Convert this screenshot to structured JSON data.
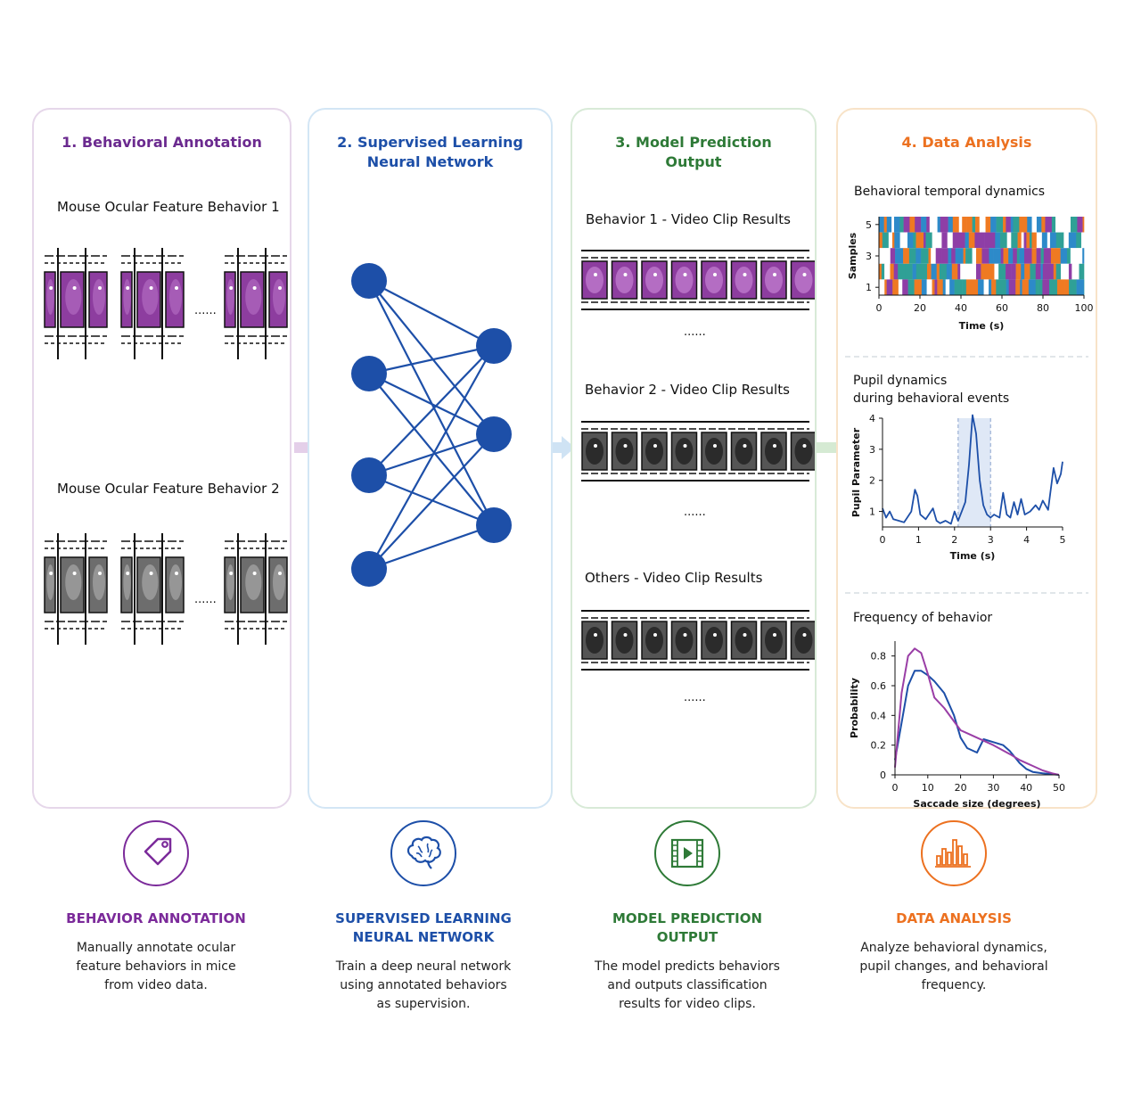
{
  "panels": {
    "p1": {
      "title": "1. Behavioral Annotation",
      "label_1": "Mouse Ocular Feature Behavior 1",
      "label_2": "Mouse Ocular Feature Behavior 2",
      "ellipsis": "......",
      "title_color": "#6b2a8f"
    },
    "p2": {
      "title": "2. Supervised Learning\nNeural Network",
      "title_color": "#1d4fa8"
    },
    "p3": {
      "title": "3. Model Prediction\nOutput",
      "label_1": "Behavior 1 - Video Clip Results",
      "label_2": "Behavior 2 - Video Clip Results",
      "label_3": "Others - Video Clip Results",
      "ellipsis": "......",
      "title_color": "#2e7a37"
    },
    "p4": {
      "title": "4. Data Analysis",
      "title_color": "#ec7120",
      "plot1_title": "Behavioral temporal dynamics",
      "plot2_title": "Pupil dynamics\nduring behavioral events",
      "plot3_title": "Frequency of behavior"
    }
  },
  "bottom": [
    {
      "title": "BEHAVIOR ANNOTATION",
      "desc": "Manually annotate ocular\nfeature behaviors in mice\nfrom video data.",
      "icon": "tag-icon",
      "color": "#7b2a9a"
    },
    {
      "title": "SUPERVISED LEARNING\nNEURAL NETWORK",
      "desc": "Train a deep neural network\nusing annotated behaviors\nas supervision.",
      "icon": "brain-icon",
      "color": "#1d4fa8"
    },
    {
      "title": "MODEL PREDICTION\nOUTPUT",
      "desc": "The model predicts behaviors\nand outputs classification\nresults for video clips.",
      "icon": "video-icon",
      "color": "#2e7a37"
    },
    {
      "title": "DATA ANALYSIS",
      "desc": "Analyze behavioral dynamics,\npupil changes, and behavioral\nfrequency.",
      "icon": "bar-chart-icon",
      "color": "#ec7120"
    }
  ],
  "chart_data": [
    {
      "type": "heatmap",
      "title": "Behavioral temporal dynamics",
      "xlabel": "Time (s)",
      "ylabel": "Samples",
      "xlim": [
        0,
        100
      ],
      "xticks": [
        0,
        20,
        40,
        60,
        80,
        100
      ],
      "yticks": [
        1,
        3,
        5
      ],
      "rows": 5,
      "colors": [
        "#8e3ea6",
        "#ef7a22",
        "#2d8ac9",
        "#2fa096",
        "#ffffff"
      ]
    },
    {
      "type": "line",
      "title": "Pupil dynamics\nduring behavioral events",
      "xlabel": "Time (s)",
      "ylabel": "Pupil Parameter",
      "xlim": [
        0,
        5
      ],
      "ylim": [
        0.5,
        4
      ],
      "xticks": [
        0,
        1,
        2,
        3,
        4,
        5
      ],
      "yticks": [
        1,
        2,
        3,
        4
      ],
      "highlight": [
        2.1,
        3.0
      ],
      "x": [
        0,
        0.1,
        0.2,
        0.3,
        0.45,
        0.6,
        0.8,
        0.9,
        0.97,
        1.05,
        1.2,
        1.4,
        1.5,
        1.6,
        1.75,
        1.9,
        2.0,
        2.1,
        2.2,
        2.3,
        2.4,
        2.5,
        2.6,
        2.7,
        2.8,
        2.9,
        3.0,
        3.1,
        3.25,
        3.35,
        3.45,
        3.55,
        3.65,
        3.75,
        3.85,
        3.95,
        4.1,
        4.25,
        4.35,
        4.45,
        4.6,
        4.75,
        4.85,
        4.95,
        5.0
      ],
      "y": [
        1.1,
        0.8,
        1.0,
        0.75,
        0.7,
        0.65,
        1.0,
        1.7,
        1.5,
        0.9,
        0.75,
        1.1,
        0.7,
        0.62,
        0.7,
        0.6,
        1.0,
        0.7,
        1.0,
        1.3,
        2.5,
        4.1,
        3.5,
        2.0,
        1.2,
        0.9,
        0.8,
        0.9,
        0.8,
        1.6,
        0.9,
        0.8,
        1.3,
        0.9,
        1.4,
        0.9,
        1.0,
        1.2,
        1.05,
        1.35,
        1.05,
        2.4,
        1.9,
        2.2,
        2.6
      ],
      "color": "#1d4fa8"
    },
    {
      "type": "line",
      "title": "Frequency of behavior",
      "xlabel": "Saccade size (degrees)",
      "ylabel": "Probability",
      "xlim": [
        0,
        50
      ],
      "ylim": [
        0,
        0.9
      ],
      "xticks": [
        0,
        10,
        20,
        30,
        40,
        50
      ],
      "yticks": [
        0,
        0.2,
        0.4,
        0.6,
        0.8
      ],
      "series": [
        {
          "color": "#1d4fa8",
          "x": [
            0,
            2,
            4,
            6,
            8,
            10,
            12,
            15,
            18,
            20,
            22,
            25,
            27,
            30,
            33,
            35,
            38,
            40,
            42,
            45,
            48,
            50
          ],
          "y": [
            0.1,
            0.35,
            0.6,
            0.7,
            0.7,
            0.67,
            0.63,
            0.55,
            0.4,
            0.25,
            0.18,
            0.15,
            0.24,
            0.22,
            0.2,
            0.16,
            0.08,
            0.04,
            0.02,
            0.01,
            0.005,
            0
          ]
        },
        {
          "color": "#9a3ea6",
          "x": [
            0,
            2,
            4,
            6,
            8,
            10,
            12,
            15,
            18,
            20,
            22,
            25,
            30,
            35,
            38,
            40,
            42,
            45,
            48,
            50
          ],
          "y": [
            0.05,
            0.55,
            0.8,
            0.85,
            0.82,
            0.68,
            0.52,
            0.45,
            0.36,
            0.3,
            0.28,
            0.25,
            0.2,
            0.14,
            0.1,
            0.08,
            0.06,
            0.03,
            0.01,
            0
          ]
        }
      ]
    }
  ]
}
